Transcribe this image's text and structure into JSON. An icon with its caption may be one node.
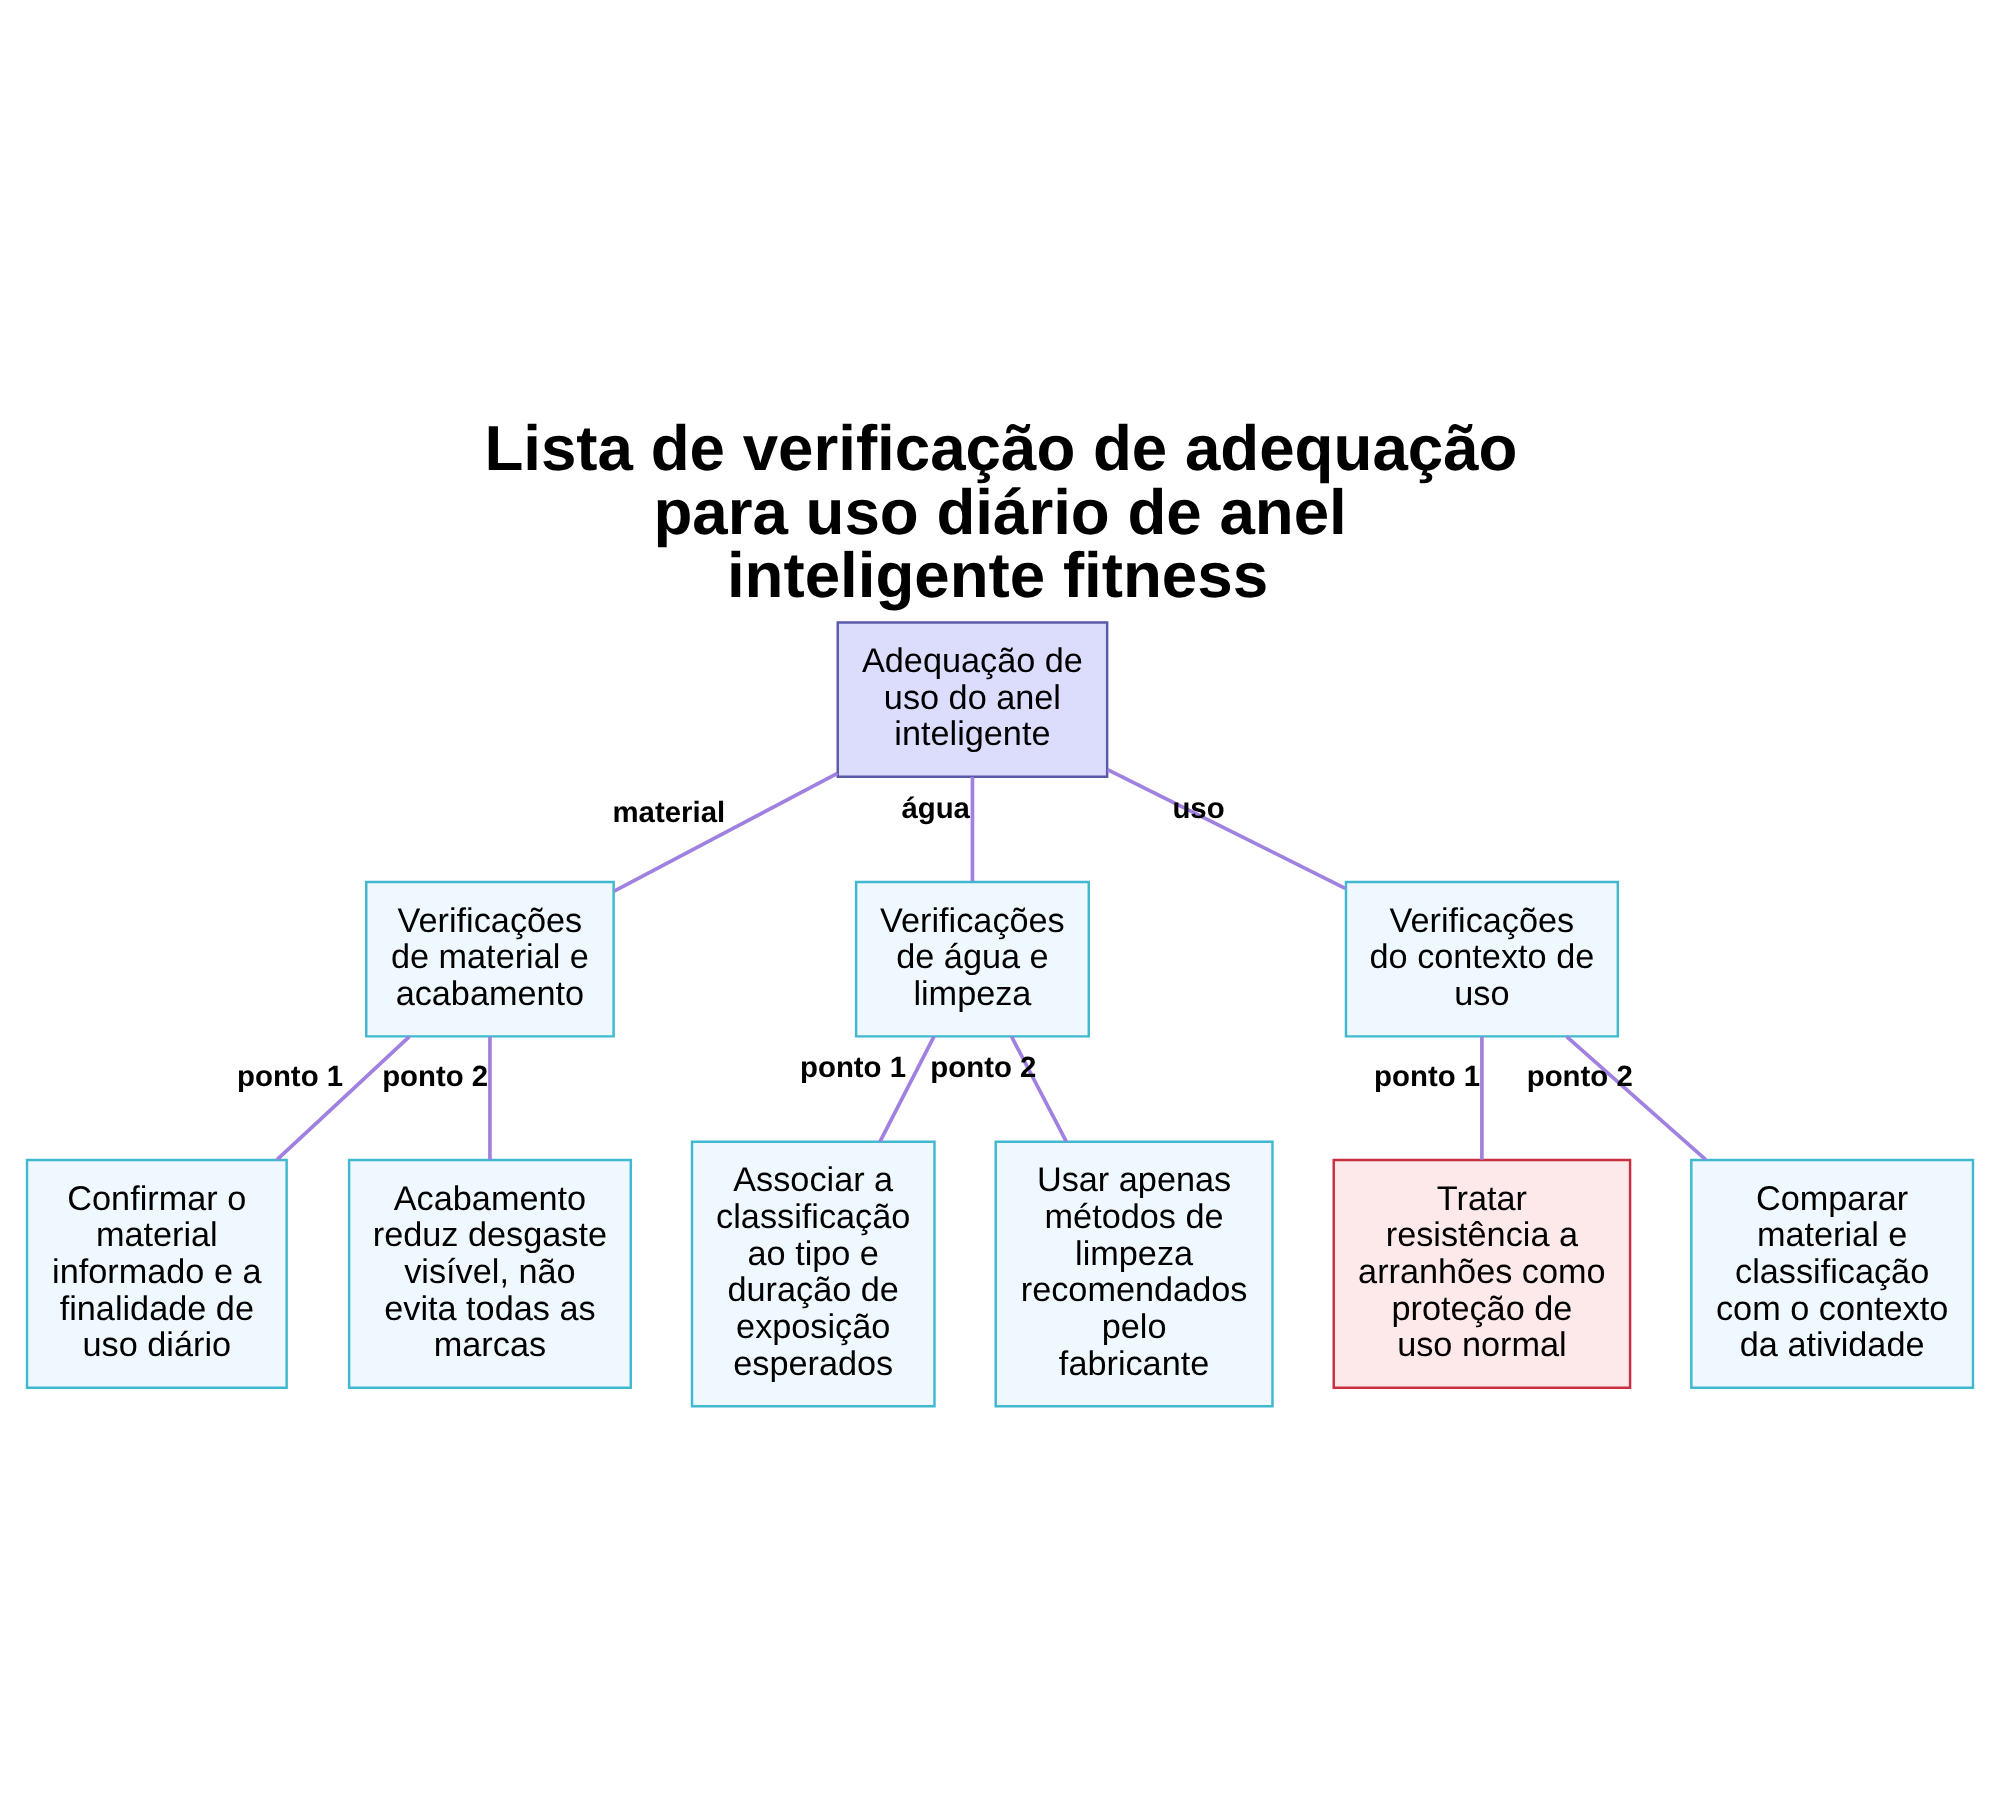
{
  "diagram": {
    "title": "Lista de verificação de adequação para uso diário de anel inteligente fitness",
    "nodes": [
      {
        "text": [
          "Adequação de uso do anel inteligente"
        ]
      },
      {
        "text": [
          "Verificações de material e acabamento"
        ]
      },
      {
        "text": [
          "Verificações de água e limpeza"
        ]
      },
      {
        "text": [
          "Verificações do contexto de uso"
        ]
      },
      {
        "text": [
          "Confirmar o material informado e a finalidade de uso diário"
        ]
      },
      {
        "text": [
          "Acabamento reduz desgaste visível, não evita todas as marcas"
        ]
      },
      {
        "text": [
          "Associar a classificação ao tipo e duração de exposição esperados"
        ]
      },
      {
        "text": [
          "Usar apenas métodos de limpeza recomendados pelo fabricante"
        ]
      },
      {
        "text": [
          "Tratar resistência a arranhões como proteção de uso normal"
        ]
      },
      {
        "text": [
          "Comparar material e classificação com o contexto da atividade"
        ]
      }
    ],
    "edges": [
      {
        "from": 0,
        "to": 1,
        "arrow": "none",
        "label": "material"
      },
      {
        "from": 0,
        "to": 2,
        "arrow": "none",
        "label": "água"
      },
      {
        "from": 0,
        "to": 3,
        "arrow": "none",
        "label": "uso"
      },
      {
        "from": 1,
        "to": 4,
        "arrow": "none",
        "label": "ponto 1"
      },
      {
        "from": 1,
        "to": 5,
        "arrow": "none",
        "label": "ponto 2"
      },
      {
        "from": 2,
        "to": 6,
        "arrow": "none",
        "label": "ponto 1"
      },
      {
        "from": 2,
        "to": 7,
        "arrow": "none",
        "label": "ponto 2"
      },
      {
        "from": 3,
        "to": 8,
        "arrow": "none",
        "label": "ponto 1"
      },
      {
        "from": 3,
        "to": 9,
        "arrow": "none",
        "label": "ponto 2"
      }
    ]
  }
}
